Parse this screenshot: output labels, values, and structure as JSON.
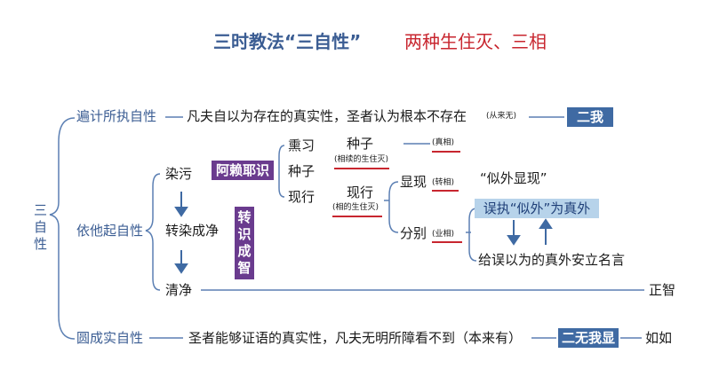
{
  "title": {
    "main": "三时教法“三自性”",
    "sub": "两种生住灭、三相"
  },
  "root": {
    "chars": [
      "三",
      "自",
      "性"
    ]
  },
  "parikalpita": {
    "label": "遍计所执自性",
    "desc": "凡夫自以为存在的真实性，圣者认为根本不存在",
    "note": "(从来无)",
    "box": "二我"
  },
  "paratantra": {
    "label": "依他起自性",
    "stage1": "染污",
    "stage2": "转染成净",
    "stage3": "清净",
    "stage3_result": "正智",
    "alaya_box": "阿赖耶识",
    "transform_box": [
      "转",
      "识",
      "成",
      "智"
    ],
    "items": {
      "xunxi": "熏习",
      "zhongzi": "种子",
      "xianxing": "现行"
    },
    "seed": {
      "label": "种子",
      "note": "(相续的生住灭)",
      "right_note": "(真相)"
    },
    "manifest": {
      "label": "现行",
      "note": "(相的生住灭)"
    },
    "appear": {
      "label": "显现",
      "note": "(转相)",
      "quote": "“似外显现”"
    },
    "discrim": {
      "label": "分别",
      "note": "(业相)"
    },
    "mistake_box": "误执“似外”为真外",
    "naming": "给误以为的真外安立名言"
  },
  "parinispanna": {
    "label": "圆成实自性",
    "desc": "圣者能够证语的真实性，凡夫无明所障看不到（本来有）",
    "box": "二无我显",
    "result": "如如"
  },
  "colors": {
    "blue_text": "#3b5d93",
    "red": "#c8262f",
    "box_blue": "#3f6aa3",
    "box_purple": "#6a3b8e",
    "box_light": "#b7d3ea",
    "line_blue": "#5b7fb3"
  }
}
